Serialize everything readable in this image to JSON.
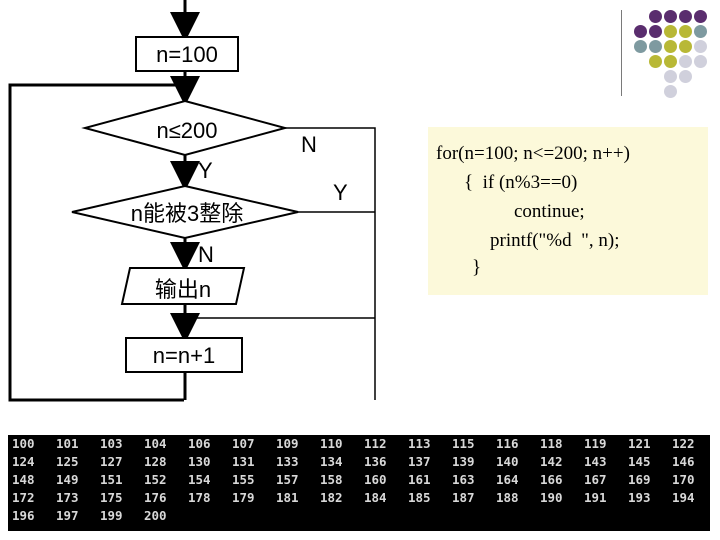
{
  "flowchart": {
    "init_label": "n=100",
    "condition_label": "n≤200",
    "condition_no_label": "N",
    "condition_yes_label": "Y",
    "divisible_label": "n能被3整除",
    "divisible_yes_label": "Y",
    "divisible_no_label": "N",
    "output_label": "输出n",
    "increment_label": "n=n+1"
  },
  "code": {
    "lines": [
      "for(n=100; n<=200; n++)",
      "{  if (n%3==0)",
      "continue;",
      "printf(\"%d  \", n);",
      "}"
    ]
  },
  "console": {
    "rows": [
      [
        "100",
        "101",
        "103",
        "104",
        "106",
        "107",
        "109",
        "110",
        "112",
        "113",
        "115",
        "116",
        "118",
        "119",
        "121",
        "122"
      ],
      [
        "124",
        "125",
        "127",
        "128",
        "130",
        "131",
        "133",
        "134",
        "136",
        "137",
        "139",
        "140",
        "142",
        "143",
        "145",
        "146"
      ],
      [
        "148",
        "149",
        "151",
        "152",
        "154",
        "155",
        "157",
        "158",
        "160",
        "161",
        "163",
        "164",
        "166",
        "167",
        "169",
        "170"
      ],
      [
        "172",
        "173",
        "175",
        "176",
        "178",
        "179",
        "181",
        "182",
        "184",
        "185",
        "187",
        "188",
        "190",
        "191",
        "193",
        "194"
      ],
      [
        "196",
        "197",
        "199",
        "200"
      ]
    ]
  },
  "decoration": {
    "dot_colors": [
      "#5a2d6e",
      "#b8b836",
      "#7e9aa0",
      "#d0d0dc"
    ]
  }
}
